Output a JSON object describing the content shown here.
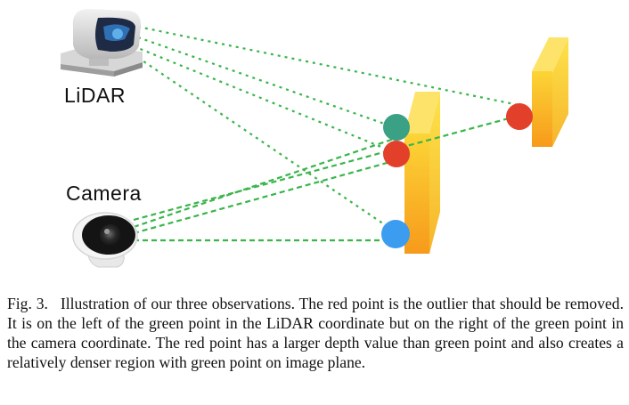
{
  "labels": {
    "lidar": "LiDAR",
    "camera": "Camera"
  },
  "caption": {
    "figure_number": "Fig. 3.",
    "text": "Illustration of our three observations. The red point is the outlier that should be removed. It is on the left of the green point in the LiDAR coordinate but on the right of the green point in the camera coordinate. The red point has a larger depth value than green point and also creates a relatively denser region with green point on image plane."
  },
  "colors": {
    "green_point": "#3aa184",
    "red_point": "#e2402b",
    "blue_point": "#3b9cf0",
    "lidar_rays": "#39b54a",
    "camera_rays": "#39b54a",
    "object_front": "#f7a21b",
    "object_top": "#fde36a"
  },
  "icons": {
    "lidar_sensor": "lidar-icon",
    "camera_sensor": "camera-icon"
  }
}
